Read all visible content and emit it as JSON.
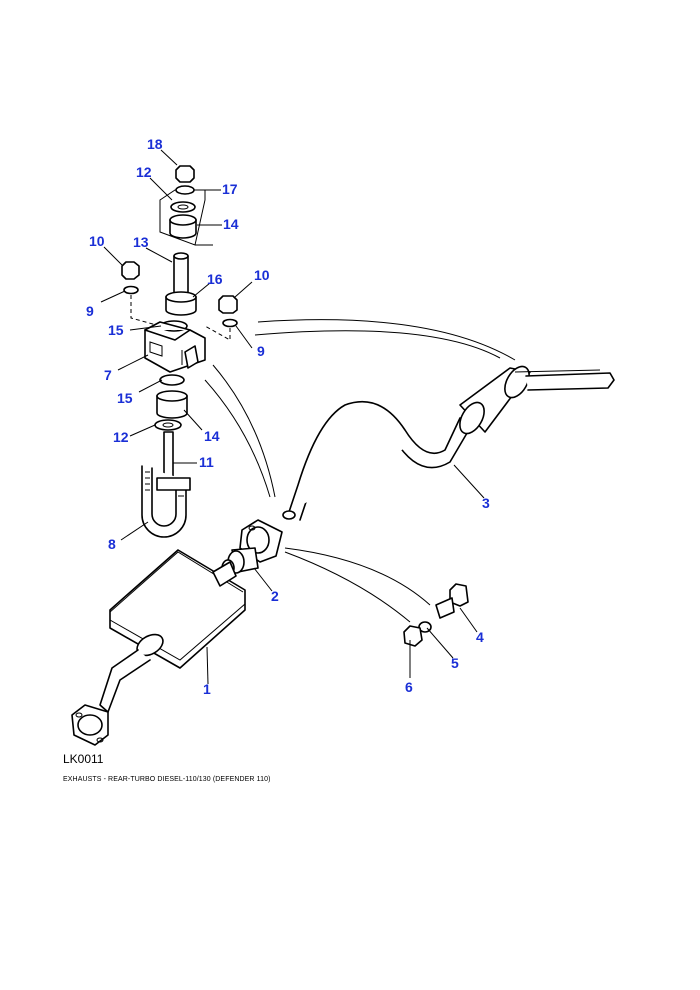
{
  "figure": {
    "reference_code": "LK0011",
    "caption": "EXHAUSTS - REAR-TURBO DIESEL-110/130 (DEFENDER 110)"
  },
  "callout_color": "#1a2fd6",
  "callouts": [
    {
      "id": "c18",
      "label": "18"
    },
    {
      "id": "c12a",
      "label": "12"
    },
    {
      "id": "c17",
      "label": "17"
    },
    {
      "id": "c14a",
      "label": "14"
    },
    {
      "id": "c10a",
      "label": "10"
    },
    {
      "id": "c13",
      "label": "13"
    },
    {
      "id": "c16",
      "label": "16"
    },
    {
      "id": "c10b",
      "label": "10"
    },
    {
      "id": "c9a",
      "label": "9"
    },
    {
      "id": "c15a",
      "label": "15"
    },
    {
      "id": "c9b",
      "label": "9"
    },
    {
      "id": "c7",
      "label": "7"
    },
    {
      "id": "c15b",
      "label": "15"
    },
    {
      "id": "c12b",
      "label": "12"
    },
    {
      "id": "c14b",
      "label": "14"
    },
    {
      "id": "c11",
      "label": "11"
    },
    {
      "id": "c3",
      "label": "3"
    },
    {
      "id": "c8",
      "label": "8"
    },
    {
      "id": "c2",
      "label": "2"
    },
    {
      "id": "c4",
      "label": "4"
    },
    {
      "id": "c5",
      "label": "5"
    },
    {
      "id": "c1",
      "label": "1"
    },
    {
      "id": "c6",
      "label": "6"
    }
  ]
}
